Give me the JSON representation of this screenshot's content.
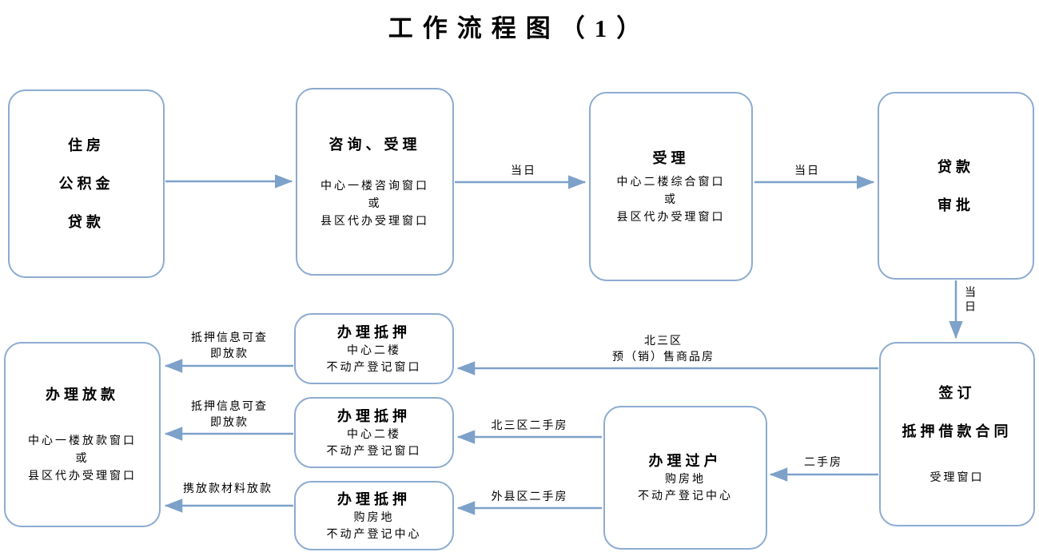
{
  "title": "工作流程图（1）",
  "colors": {
    "connector": "#7da1c9",
    "box_border": "#8cabd0",
    "text": "#000000"
  },
  "boxes": {
    "housing_fund_loan": {
      "lines": [
        "住房",
        "公积金",
        "贷款"
      ]
    },
    "consult_accept": {
      "title": "咨询、受理",
      "body": [
        "中心一楼咨询窗口",
        "或",
        "县区代办受理窗口"
      ]
    },
    "accept": {
      "title": "受理",
      "body": [
        "中心二楼综合窗口",
        "或",
        "县区代办受理窗口"
      ]
    },
    "loan_approval": {
      "lines": [
        "贷款",
        "审批"
      ]
    },
    "sign_contract": {
      "title": "签订",
      "subtitle": "抵押借款合同",
      "body": "受理窗口"
    },
    "mortgage_center_1": {
      "title": "办理抵押",
      "body": [
        "中心二楼",
        "不动产登记窗口"
      ]
    },
    "mortgage_center_2": {
      "title": "办理抵押",
      "body": [
        "中心二楼",
        "不动产登记窗口"
      ]
    },
    "mortgage_purchase": {
      "title": "办理抵押",
      "body": [
        "购房地",
        "不动产登记中心"
      ]
    },
    "transfer": {
      "title": "办理过户",
      "body": [
        "购房地",
        "不动产登记中心"
      ]
    },
    "disburse": {
      "title": "办理放款",
      "body": [
        "中心一楼放款窗口",
        "或",
        "县区代办受理窗口"
      ]
    }
  },
  "edge_labels": {
    "same_day_1": "当日",
    "same_day_2": "当日",
    "same_day_3": "当日",
    "presale": [
      "北三区",
      "预（销）售商品房"
    ],
    "mortgage_ok_1": [
      "抵押信息可查",
      "即放款"
    ],
    "mortgage_ok_2": [
      "抵押信息可查",
      "即放款"
    ],
    "with_materials": "携放款材料放款",
    "north3_secondhand": "北三区二手房",
    "outer_secondhand": "外县区二手房",
    "secondhand": "二手房"
  }
}
